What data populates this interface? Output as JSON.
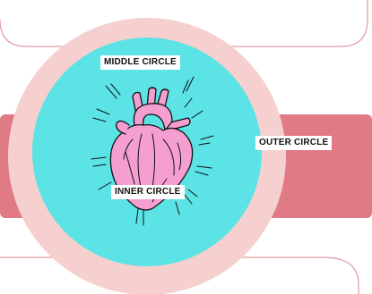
{
  "labels": {
    "middle": "MIDDLE CIRCLE",
    "outer": "OUTER CIRCLE",
    "inner": "INNER CIRCLE"
  },
  "colors": {
    "band": "#e07a85",
    "outer_circle": "#f6cfcf",
    "middle_circle": "#5be3e6",
    "heart": "#f59fd1",
    "outline": "#111111",
    "frame_stroke": "#e29aa3",
    "background": "#ffffff"
  },
  "icons": {
    "center": "anatomical-heart-icon"
  }
}
